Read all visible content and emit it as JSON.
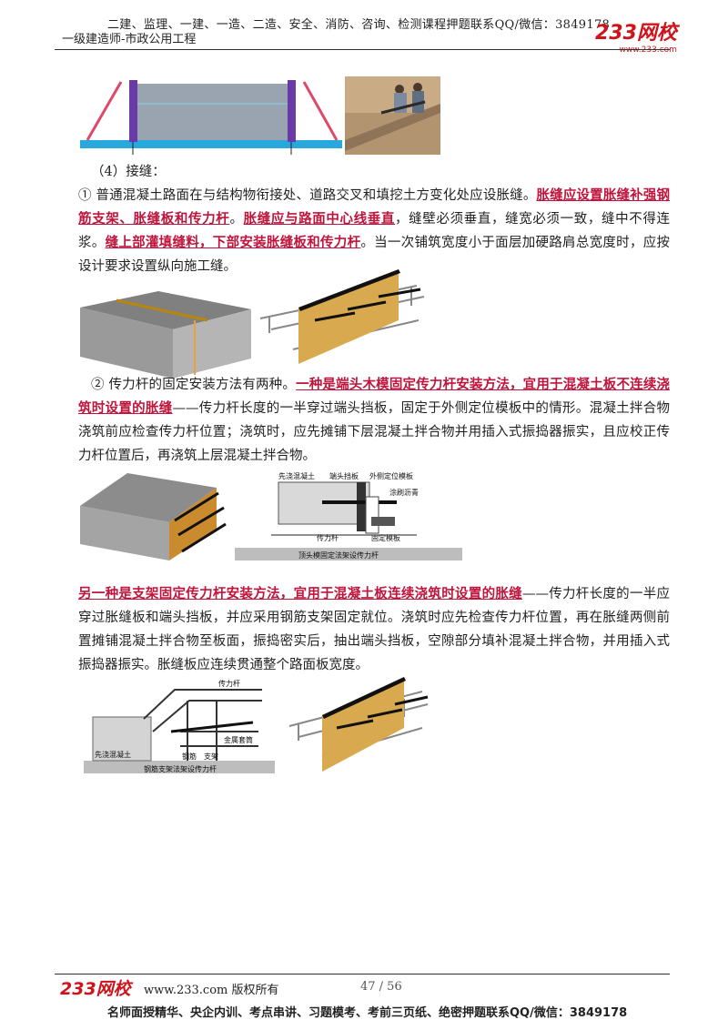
{
  "header": {
    "line1": "二建、监理、一建、一造、二造、安全、消防、咨询、检测课程押题联系QQ/微信：3849178",
    "line2": "一级建造师-市政公用工程",
    "logo": "233网校",
    "logo_sub": "www.233.com"
  },
  "section": {
    "heading": "（4）接缝："
  },
  "p1": {
    "num": "①",
    "t1": " 普通混凝土路面在与结构物衔接处、道路交叉和填挖土方变化处应设胀缝。",
    "h1": "胀缝应设置胀缝补强钢筋支架、胀缝板和传力杆",
    "t2": "。",
    "h2": "胀缝应与路面中心线垂直",
    "t3": "，缝壁必须垂直，缝宽必须一致，缝中不得连浆。",
    "h3": "缝上部灌填缝料，下部安装胀缝板和传力杆",
    "t4": "。当一次铺筑宽度小于面层加硬路肩总宽度时，应按设计要求设置纵向施工缝。"
  },
  "p2": {
    "num": "②",
    "t1": " 传力杆的固定安装方法有两种。",
    "h1": "一种是端头木模固定传力杆安装方法，宜用于混凝土板不连续浇筑时设置的胀缝",
    "t2": "——传力杆长度的一半穿过端头挡板，固定于外侧定位模板中的情形。混凝土拌合物浇筑前应检查传力杆位置；浇筑时，应先摊铺下层混凝土拌合物并用插入式振捣器振实，且应校正传力杆位置后，再浇筑上层混凝土拌合物。"
  },
  "p3": {
    "h1": "另一种是支架固定传力杆安装方法，宜用于混凝土板连续浇筑时设置的胀缝",
    "t1": "——传力杆长度的一半应穿过胀缝板和端头挡板，并应采用钢筋支架固定就位。浇筑时应先检查传力杆位置，再在胀缝两侧前置摊铺混凝土拌合物至板面，振捣密实后，抽出端头挡板，空隙部分填补混凝土拌合物，并用插入式振捣器振实。胀缝板应连续贯通整个路面板宽度。"
  },
  "diagram1": {
    "labels": [
      "先浇混凝土",
      "端头挡板",
      "外侧定位模板",
      "涂刷沥青",
      "传力杆",
      "固定模板",
      "顶头模固定法架设传力杆"
    ]
  },
  "diagram2": {
    "labels": [
      "传力杆",
      "先浇混凝土",
      "钢筋",
      "支架",
      "金属套筒",
      "钢筋支架法架设传力杆"
    ]
  },
  "footer": {
    "logo": "233网校",
    "url": "www.233.com 版权所有",
    "page": "47 / 56",
    "line2": "名师面授精华、央企内训、考点串讲、习题模考、考前三页纸、绝密押题联系QQ/微信：3849178"
  },
  "colors": {
    "highlight": "#c0143c",
    "brand": "#d0121b"
  }
}
